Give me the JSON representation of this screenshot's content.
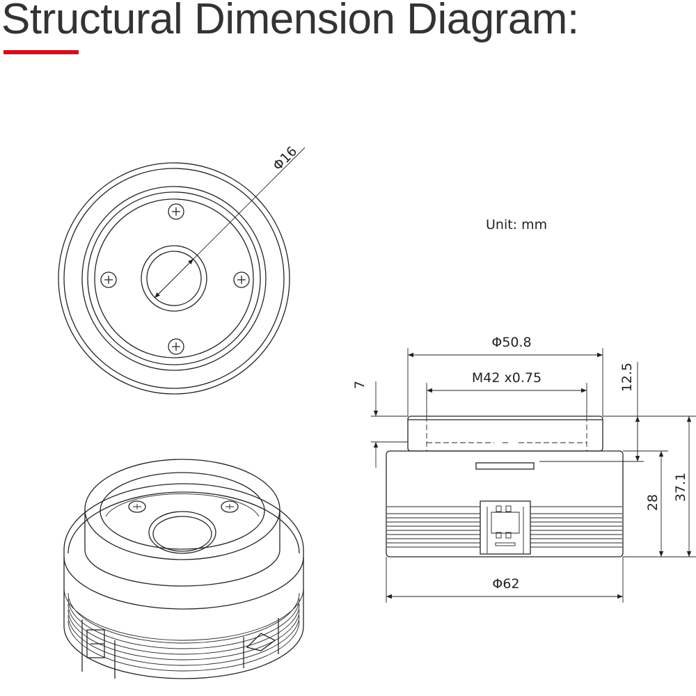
{
  "title": "Structural Dimension Diagram:",
  "accent_color": "#d3101b",
  "unit_label": "Unit: mm",
  "dimensions": {
    "bore_diameter": "Φ16",
    "flange_diameter": "Φ50.8",
    "thread": "M42 x0.75",
    "body_diameter": "Φ62",
    "flange_height": "7",
    "flange_to_body": "12.5",
    "body_height": "28",
    "total_height": "37.1"
  }
}
